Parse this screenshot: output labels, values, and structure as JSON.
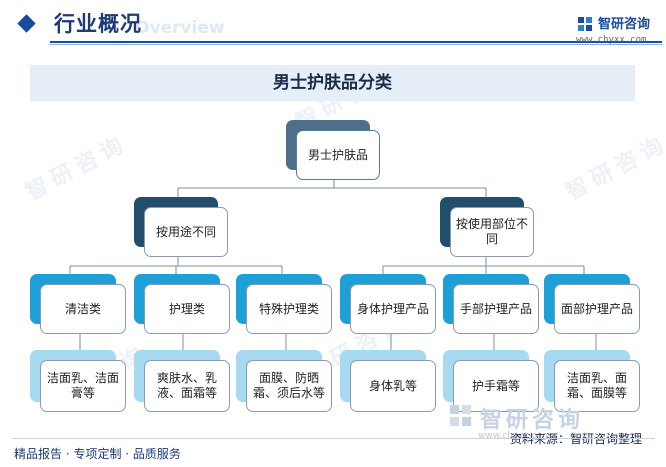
{
  "header": {
    "title": "行业概况",
    "title_en": "Overview",
    "brand_name": "智研咨询",
    "brand_site": "www.chyxx.com"
  },
  "banner": {
    "title": "男士护肤品分类"
  },
  "tree": {
    "root": "男士护肤品",
    "by_use": "按用途不同",
    "by_part": "按使用部位不同",
    "categories": [
      "清洁类",
      "护理类",
      "特殊护理类",
      "身体护理产品",
      "手部护理产品",
      "面部护理产品"
    ],
    "leaves": [
      "洁面乳、洁面膏等",
      "爽肤水、乳液、面霜等",
      "面膜、防晒霜、须后水等",
      "身体乳等",
      "护手霜等",
      "洁面乳、面霜、面膜等"
    ]
  },
  "footer": {
    "left": "精品报告 · 专项定制 · 品质服务",
    "source": "资料来源：智研咨询整理",
    "watermark_name": "智研咨询",
    "watermark_site": "www.chyxx.com"
  },
  "watermark": "智研咨询",
  "colors": {
    "accent": "#1a4b9c",
    "banner_bg": "#e6eef8",
    "root_back": "#4f6e89",
    "mid_back": "#214e6c",
    "cat_back": "#1da0d8",
    "leaf_back": "#a7d9f1"
  }
}
